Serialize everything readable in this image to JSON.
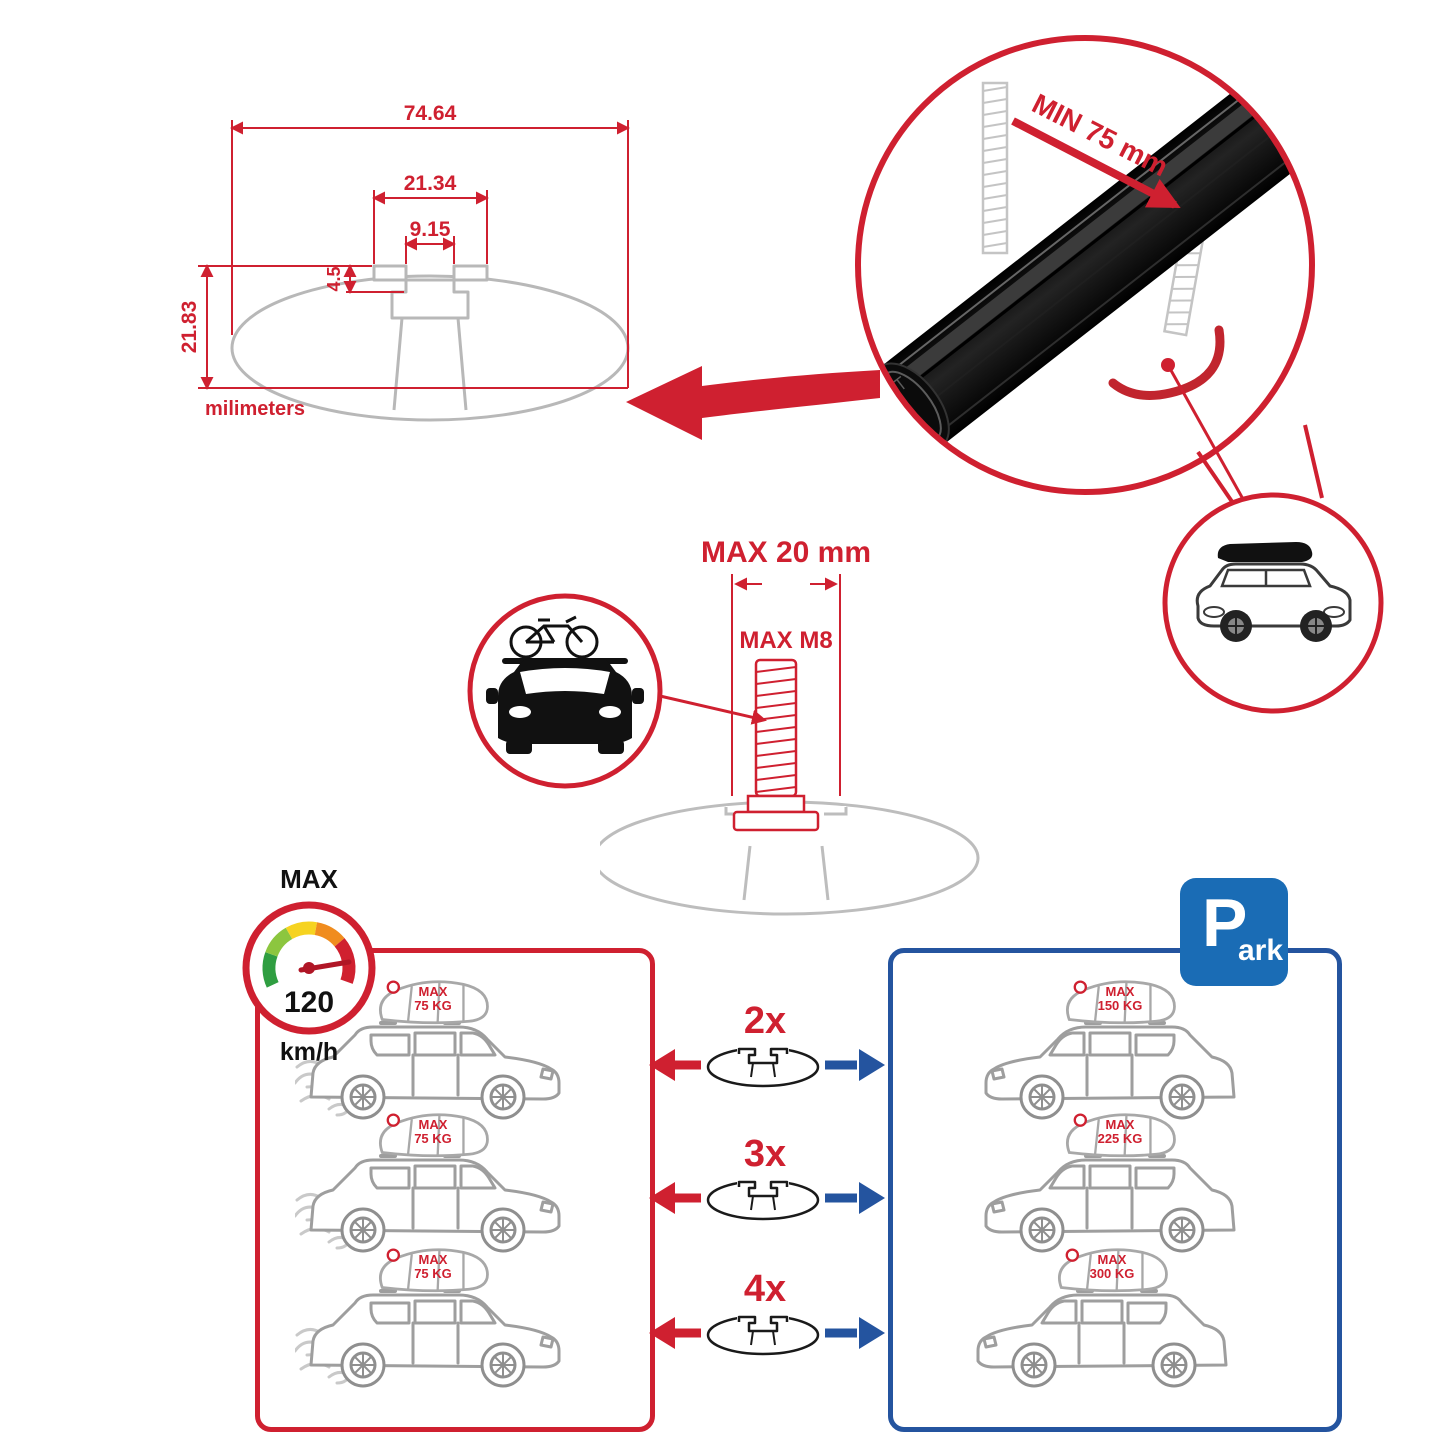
{
  "title": "Roof rack crossbar specification infographic",
  "colors": {
    "red": "#cf2030",
    "panel_blue": "#24549f",
    "sign_blue": "#1a6cb5",
    "line_gray": "#b8b8b8",
    "bar_black": "#0d0d0d"
  },
  "tech_drawing": {
    "width_total": "74.64",
    "channel_width": "21.34",
    "slot_width": "9.15",
    "lip_depth": "4.5",
    "height_total": "21.83",
    "units": "milimeters"
  },
  "detail_view": {
    "min_clamp": "MIN 75 mm"
  },
  "bolt_view": {
    "max_length": "MAX 20 mm",
    "max_thread": "MAX M8"
  },
  "speedometer": {
    "label": "MAX",
    "value": "120",
    "unit": "km/h"
  },
  "parking_sign": {
    "letter": "P",
    "rest": "ark"
  },
  "capacity": {
    "multipliers": [
      "2x",
      "3x",
      "4x"
    ],
    "moving": [
      {
        "max": "MAX",
        "kg": "75 KG"
      },
      {
        "max": "MAX",
        "kg": "75 KG"
      },
      {
        "max": "MAX",
        "kg": "75 KG"
      }
    ],
    "parked": [
      {
        "max": "MAX",
        "kg": "150 KG"
      },
      {
        "max": "MAX",
        "kg": "225 KG"
      },
      {
        "max": "MAX",
        "kg": "300 KG"
      }
    ]
  },
  "icons": {
    "speedometer": "gauge-dial",
    "parking": "P-sign",
    "crossbar_profile": "ellipse-cross-section",
    "suv_side": "car-outline",
    "cargo_bag": "roof-bag",
    "car_with_bike": "car-front-with-bicycle",
    "suv_with_roofbox": "suv-side-with-roofbox",
    "crossbar_3d": "black-aluminum-crossbar"
  }
}
